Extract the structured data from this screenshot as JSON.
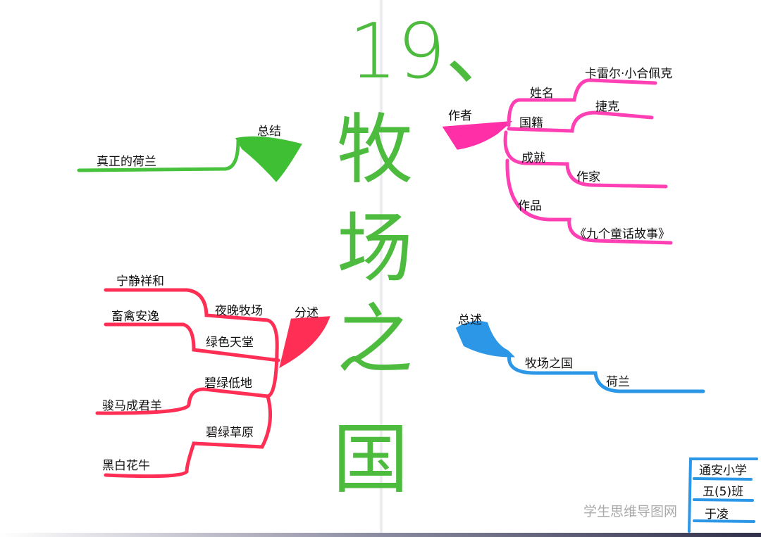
{
  "title": {
    "number": "19、",
    "chars": [
      "牧",
      "场",
      "之",
      "国"
    ]
  },
  "branches": {
    "author": {
      "label": "作者",
      "color": "#ff3fb4",
      "items": [
        {
          "key": "姓名",
          "value": "卡雷尔·小合佩克"
        },
        {
          "key": "国籍",
          "value": "捷克"
        },
        {
          "key": "成就",
          "value": "作家"
        },
        {
          "key": "作品",
          "value": "《九个童话故事》"
        }
      ]
    },
    "summary": {
      "label": "总结",
      "color": "#48c23c",
      "item": "真正的荷兰"
    },
    "details": {
      "label": "分述",
      "color": "#ff2e55",
      "items": [
        {
          "key": "夜晚牧场",
          "value": "宁静祥和"
        },
        {
          "key": "绿色天堂",
          "value": "畜禽安逸"
        },
        {
          "key": "碧绿低地",
          "value": "骏马成君羊"
        },
        {
          "key": "碧绿草原",
          "value": "黑白花牛"
        }
      ]
    },
    "overview": {
      "label": "总述",
      "color": "#2b97e6",
      "items": [
        "牧场之国",
        "荷兰"
      ]
    }
  },
  "signature": {
    "school": "通安小学",
    "class": "五(5)班",
    "name": "于凌",
    "color": "#2b97e6"
  },
  "watermark": "学生思维导图网"
}
